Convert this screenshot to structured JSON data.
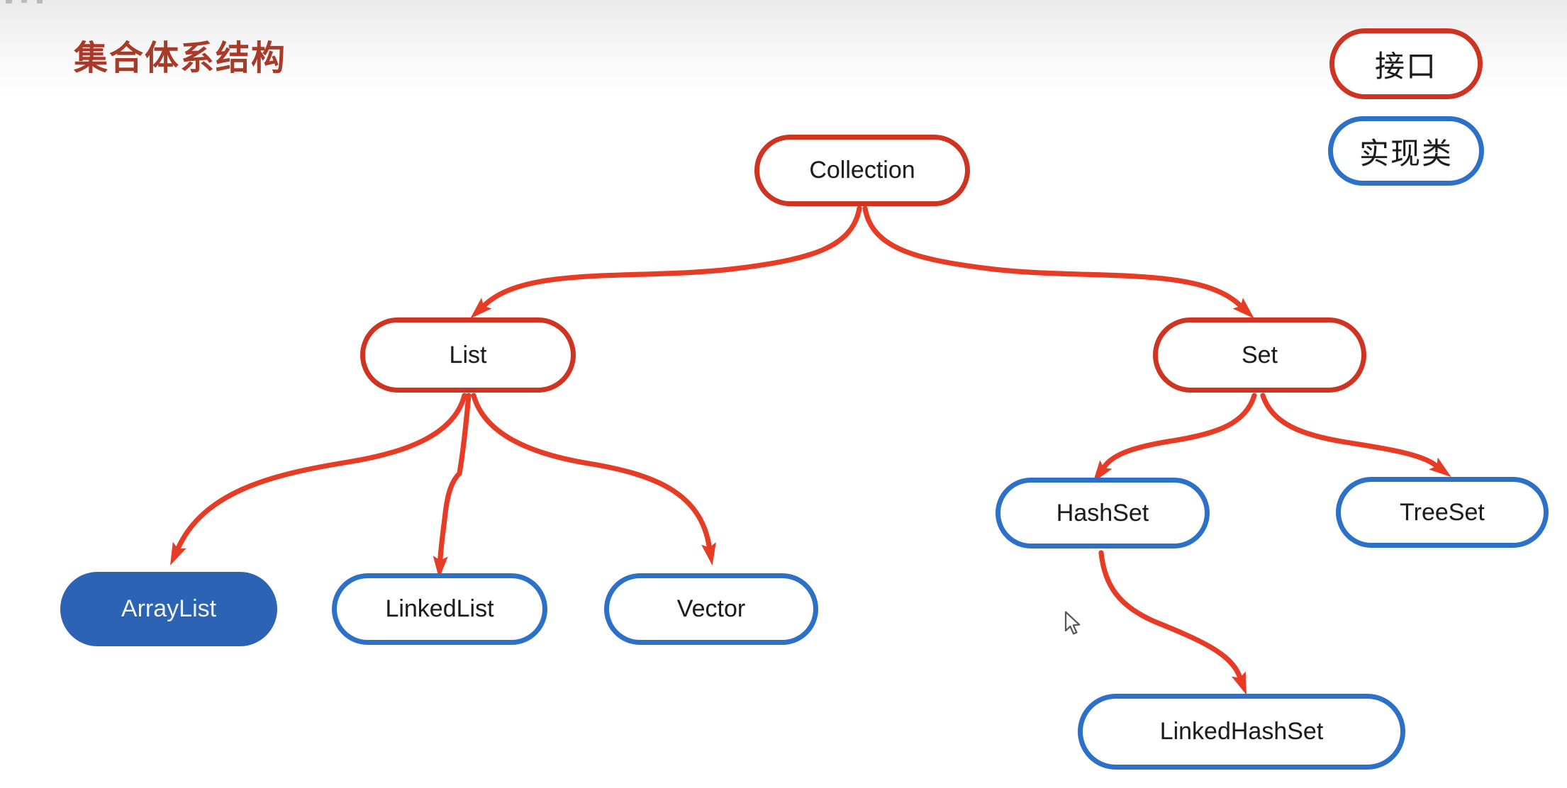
{
  "page": {
    "title": "集合体系结构"
  },
  "legend": {
    "interface": {
      "label": "接口"
    },
    "implementation": {
      "label": "实现类"
    }
  },
  "diagram": {
    "nodes": {
      "collection": {
        "label": "Collection",
        "kind": "interface"
      },
      "list": {
        "label": "List",
        "kind": "interface"
      },
      "set": {
        "label": "Set",
        "kind": "interface"
      },
      "arraylist": {
        "label": "ArrayList",
        "kind": "implementation",
        "filled": true
      },
      "linkedlist": {
        "label": "LinkedList",
        "kind": "implementation"
      },
      "vector": {
        "label": "Vector",
        "kind": "implementation"
      },
      "hashset": {
        "label": "HashSet",
        "kind": "implementation"
      },
      "treeset": {
        "label": "TreeSet",
        "kind": "implementation"
      },
      "linkedhashset": {
        "label": "LinkedHashSet",
        "kind": "implementation"
      }
    },
    "edges": [
      {
        "from": "Collection",
        "to": "List"
      },
      {
        "from": "Collection",
        "to": "Set"
      },
      {
        "from": "List",
        "to": "ArrayList"
      },
      {
        "from": "List",
        "to": "LinkedList"
      },
      {
        "from": "List",
        "to": "Vector"
      },
      {
        "from": "Set",
        "to": "HashSet"
      },
      {
        "from": "Set",
        "to": "TreeSet"
      },
      {
        "from": "HashSet",
        "to": "LinkedHashSet"
      }
    ]
  },
  "colors": {
    "interface_border": "#cf3422",
    "arrow_red": "#e63c26",
    "implementation_border": "#2d70c8",
    "implementation_fill": "#2d63b5",
    "title_red": "#a93a28",
    "node_text": "#1c1c1c",
    "filled_node_text": "#eff4fc"
  }
}
